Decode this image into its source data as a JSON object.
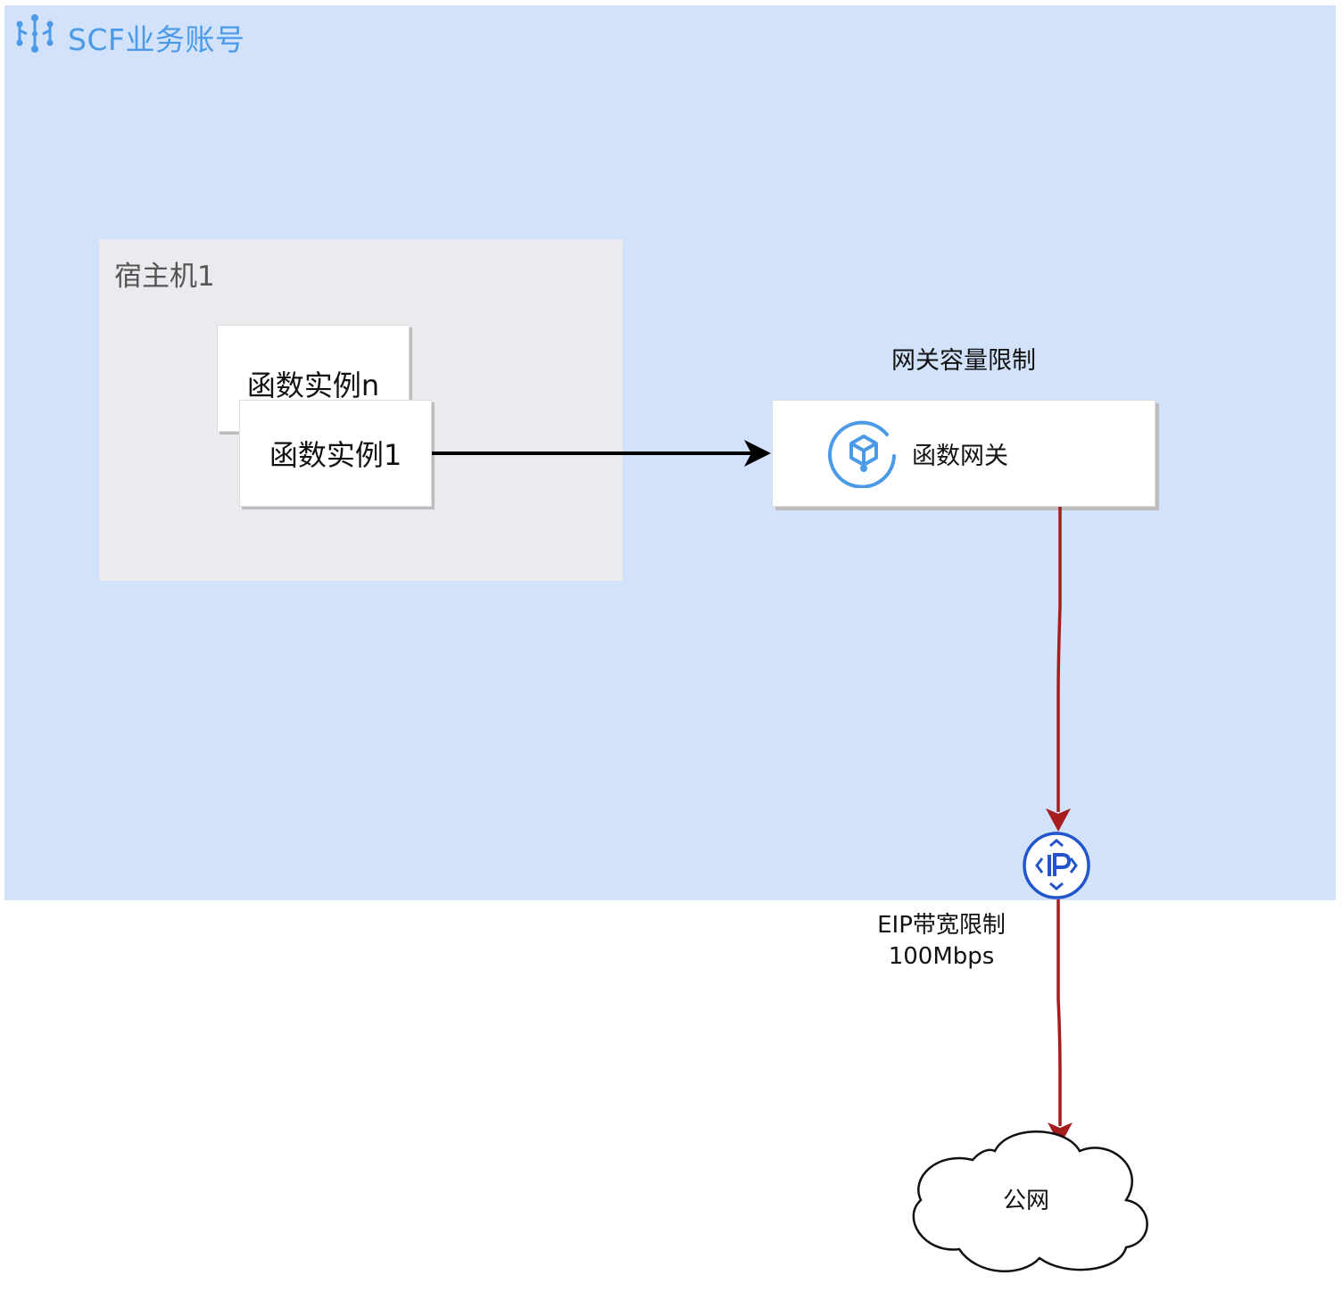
{
  "account": {
    "title": "SCF业务账号",
    "icon": "network-org-icon",
    "background": "#d1e2fa",
    "accent": "#4a9ae8"
  },
  "host": {
    "title": "宿主机1",
    "background": "#e9ebee"
  },
  "instances": [
    {
      "label": "函数实例n"
    },
    {
      "label": "函数实例1"
    }
  ],
  "gateway": {
    "caption": "网关容量限制",
    "name": "函数网关",
    "icon": "function-gateway-icon"
  },
  "eip": {
    "icon": "ip-icon",
    "line1": "EIP带宽限制",
    "line2": "100Mbps",
    "color": "#2255cc"
  },
  "internet": {
    "label": "公网",
    "icon": "cloud-icon"
  },
  "connectors": {
    "instance_to_gateway_color": "#000000",
    "egress_color": "#a51d1d"
  }
}
